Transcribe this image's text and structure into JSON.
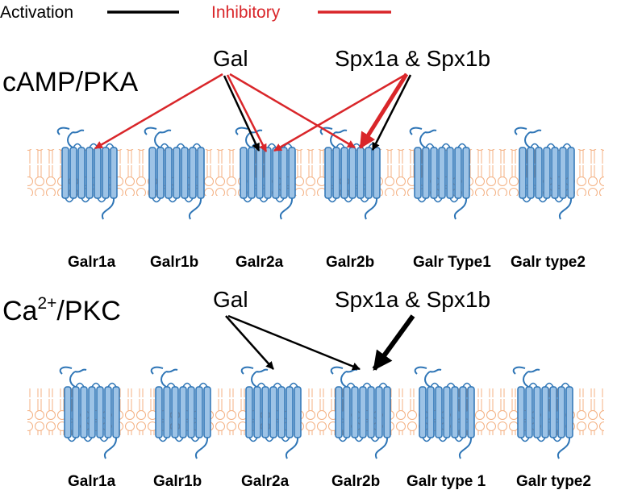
{
  "legend": {
    "activation_label": "Activation",
    "inhibitory_label": "Inhibitory",
    "activation_color": "#000000",
    "inhibitory_color": "#d9262a"
  },
  "colors": {
    "receptor_fill": "#9dc3e6",
    "receptor_stroke": "#2e75b6",
    "membrane": "#f4b183"
  },
  "panels": [
    {
      "pathway_main": "cAMP/PKA",
      "pathway_prefix": "",
      "pathway_sup": "",
      "ligands": [
        "Gal",
        "Spx1a & Spx1b"
      ],
      "receptors": [
        "Galr1a",
        "Galr1b",
        "Galr2a",
        "Galr2b",
        "Galr Type1",
        "Galr type2"
      ],
      "effects": [
        {
          "from": "Gal",
          "to": "Galr1a",
          "type": "inhibitory"
        },
        {
          "from": "Gal",
          "to": "Galr2a",
          "type": "activation"
        },
        {
          "from": "Gal",
          "to": "Galr2a",
          "type": "inhibitory"
        },
        {
          "from": "Gal",
          "to": "Galr2b",
          "type": "inhibitory"
        },
        {
          "from": "Spx1a & Spx1b",
          "to": "Galr2a",
          "type": "inhibitory"
        },
        {
          "from": "Spx1a & Spx1b",
          "to": "Galr2b",
          "type": "inhibitory"
        },
        {
          "from": "Spx1a & Spx1b",
          "to": "Galr2b",
          "type": "activation"
        }
      ]
    },
    {
      "pathway_main": "/PKC",
      "pathway_prefix": "Ca",
      "pathway_sup": "2+",
      "ligands": [
        "Gal",
        "Spx1a & Spx1b"
      ],
      "receptors": [
        "Galr1a",
        "Galr1b",
        "Galr2a",
        "Galr2b",
        "Galr type 1",
        "Galr type2"
      ],
      "effects": [
        {
          "from": "Gal",
          "to": "Galr2a",
          "type": "activation"
        },
        {
          "from": "Gal",
          "to": "Galr2b",
          "type": "activation"
        },
        {
          "from": "Spx1a & Spx1b",
          "to": "Galr2b",
          "type": "activation"
        }
      ]
    }
  ]
}
